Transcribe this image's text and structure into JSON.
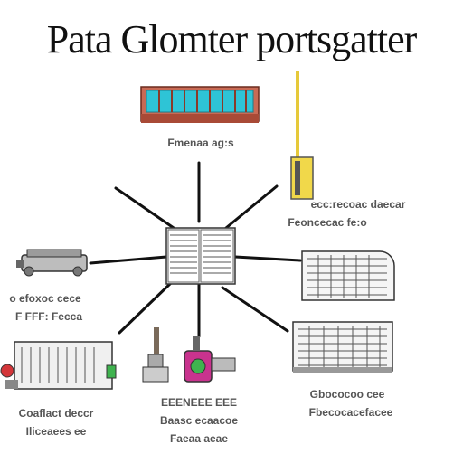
{
  "title": "Pata Glomter portsgatter",
  "colors": {
    "line": "#111111",
    "panel_cyan": "#2ec4d6",
    "panel_frame": "#b0513c",
    "pipe_yellow": "#f1d84a",
    "accent_green": "#3fb34f",
    "accent_red": "#d4363a",
    "accent_magenta": "#c9338e",
    "equipment_gray": "#9b9b9b"
  },
  "nodes": [
    {
      "id": "hub",
      "icon": "server-rack-icon",
      "label_lines": []
    },
    {
      "id": "top",
      "icon": "solar-panel-icon",
      "label_lines": [
        "Fmenaa ag:s"
      ]
    },
    {
      "id": "top-right",
      "icon": "pipe-tower-icon",
      "label_lines": [
        "ecc:recoac daecar",
        "Feoncecac fe:o"
      ]
    },
    {
      "id": "left",
      "icon": "turbine-machine-icon",
      "label_lines": [
        "o efoxoc cece",
        "F FFF: Fecca"
      ]
    },
    {
      "id": "right",
      "icon": "heat-exchanger-icon",
      "label_lines": []
    },
    {
      "id": "bottom-left",
      "icon": "control-cabinet-icon",
      "label_lines": [
        "Coaflact deccr",
        "Iliceaees ee"
      ]
    },
    {
      "id": "bottom",
      "icon": "valve-pump-icon",
      "label_lines": [
        "EEENEEE EEE",
        "Baasc ecaacoe",
        "Faeaa aeae"
      ]
    },
    {
      "id": "bottom-right",
      "icon": "cooling-unit-icon",
      "label_lines": [
        "Gbococoo cee",
        "Fbecocacefacee"
      ]
    }
  ]
}
